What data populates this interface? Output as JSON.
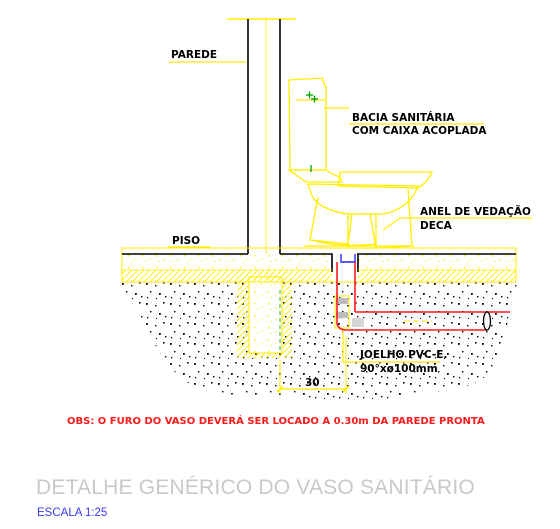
{
  "labels": {
    "wall": "PAREDE",
    "toilet_line1": "BACIA SANITÁRIA",
    "toilet_line2": "COM CAIXA ACOPLADA",
    "seal_line1": "ANEL DE VEDAÇÃO",
    "seal_line2": "DECA",
    "floor": "PISO",
    "elbow_line1": "JOELHO PVC-E.",
    "elbow_line2": "90°xø100mm",
    "dimension": "30"
  },
  "note": "OBS: O FURO DO VASO DEVERÁ SER LOCADO A 0.30m DA PAREDE PRONTA",
  "title": "DETALHE GENÉRICO DO VASO SANITÁRIO",
  "scale": "ESCALA 1:25",
  "colors": {
    "yellow": "#ffee00",
    "red": "#ff1a1a",
    "blue": "#2828ff",
    "green": "#00a000",
    "title_gray": "#c9c9c9",
    "scale_blue": "#3a3af5"
  }
}
